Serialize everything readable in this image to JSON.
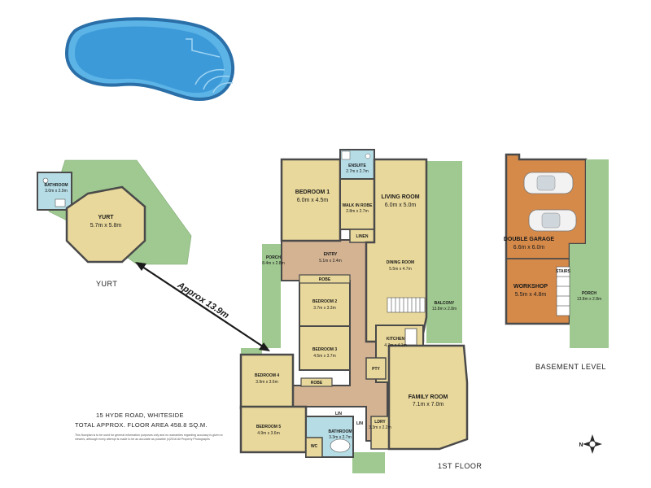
{
  "colors": {
    "room": "#e9d89b",
    "hall": "#d3b392",
    "garage": "#d68a4a",
    "lawn": "#9fc990",
    "wet": "#b6dde6",
    "pool": "#3d9ad9",
    "wall": "#4a4a4a"
  },
  "rooms": {
    "yurt": {
      "name": "YURT",
      "dims": "5.7m x 5.8m"
    },
    "yurt_bathroom": {
      "name": "BATHROOM",
      "dims": "3.0m x 2.9m"
    },
    "bedroom1": {
      "name": "BEDROOM 1",
      "dims": "6.0m x 4.5m"
    },
    "ensuite": {
      "name": "ENSUITE",
      "dims": "2.7m x 2.7m"
    },
    "walk_in_robe": {
      "name": "WALK IN ROBE",
      "dims": "2.8m x 2.7m"
    },
    "linen": {
      "name": "LINEN"
    },
    "living": {
      "name": "LIVING ROOM",
      "dims": "6.0m x 5.0m"
    },
    "dining": {
      "name": "DINING ROOM",
      "dims": "5.5m x 4.7m"
    },
    "entry": {
      "name": "ENTRY",
      "dims": "5.1m x 2.4m"
    },
    "porch_front": {
      "name": "PORCH",
      "dims": "8.4m x 2.8m"
    },
    "robe_top": {
      "name": "ROBE"
    },
    "bedroom2": {
      "name": "BEDROOM 2",
      "dims": "3.7m x 3.3m"
    },
    "bedroom3": {
      "name": "BEDROOM 3",
      "dims": "4.5m x 3.7m"
    },
    "bedroom4": {
      "name": "BEDROOM 4",
      "dims": "3.9m x 3.6m"
    },
    "robe_bottom": {
      "name": "ROBE"
    },
    "bedroom5": {
      "name": "BEDROOM 5",
      "dims": "4.9m x 3.6m"
    },
    "kitchen": {
      "name": "KITCHEN",
      "dims": "4.7m x 4.1m"
    },
    "pantry": {
      "name": "PTY"
    },
    "balcony": {
      "name": "BALCONY",
      "dims": "13.8m x 2.8m"
    },
    "family": {
      "name": "FAMILY ROOM",
      "dims": "7.1m x 7.0m"
    },
    "bathroom": {
      "name": "BATHROOM",
      "dims": "3.3m x 2.7m"
    },
    "wc": {
      "name": "WC"
    },
    "lin1": {
      "name": "LIN"
    },
    "lin2": {
      "name": "LIN"
    },
    "laundry": {
      "name": "LDRY",
      "dims": "3.3m x 2.2m"
    },
    "garage": {
      "name": "DOUBLE GARAGE",
      "dims": "6.6m x 6.0m"
    },
    "workshop": {
      "name": "WORKSHOP",
      "dims": "5.5m x 4.8m"
    },
    "stairs": {
      "name": "STAIRS"
    },
    "porch_base": {
      "name": "PORCH",
      "dims": "13.8m x 2.8m"
    }
  },
  "labels": {
    "yurt_caption": "YURT",
    "distance": "Approx 13.9m",
    "basement_level": "BASEMENT LEVEL",
    "first_floor": "1ST FLOOR",
    "address": "15 HYDE ROAD, WHITESIDE",
    "total_area": "TOTAL APPROX. FLOOR AREA 458.8 SQ.M.",
    "disclaimer": "This floorplan is to be used for general information purposes only and no warranties regarding accuracy is given to viewers, although every attempt is made to be as accurate as possible (c)2016 All Property Photographs",
    "compass": "N"
  }
}
